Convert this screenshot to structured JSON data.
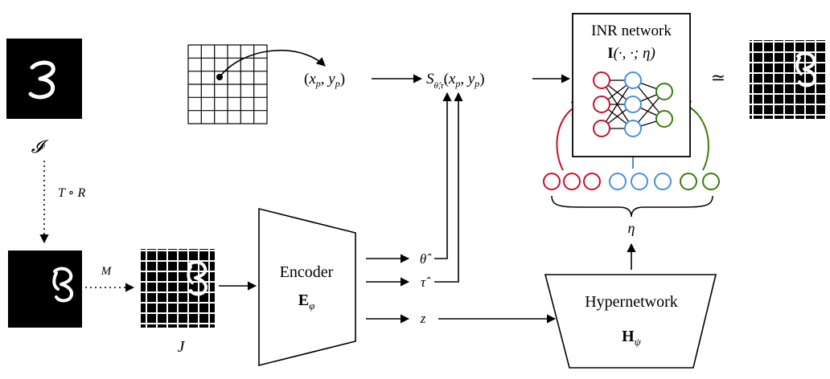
{
  "labels": {
    "original_image": "𝓘",
    "transform": "T ∘ R",
    "mask_op": "M",
    "masked_image": "J",
    "encoder_title": "Encoder",
    "encoder_symbol": "E",
    "encoder_sub": "φ",
    "theta_hat": "θ̂",
    "tau_hat": "τ̂",
    "latent": "z",
    "hypernet_title": "Hypernetwork",
    "hypernet_symbol": "H",
    "hypernet_sub": "ψ",
    "eta": "η",
    "coords": "(xp, yp)",
    "coord_x": "x",
    "coord_y": "y",
    "coord_sub": "p",
    "sampler_symbol": "S",
    "sampler_sub": "θ̂,τ̂",
    "sampler_args": "(xp, yp)",
    "inr_title": "INR network",
    "inr_symbol": "I",
    "inr_args": "(·, ·; η)",
    "approx": "≃"
  },
  "colors": {
    "red": "#c8102e",
    "blue": "#4a90d9",
    "green": "#3a7d0a",
    "black": "#000000"
  }
}
